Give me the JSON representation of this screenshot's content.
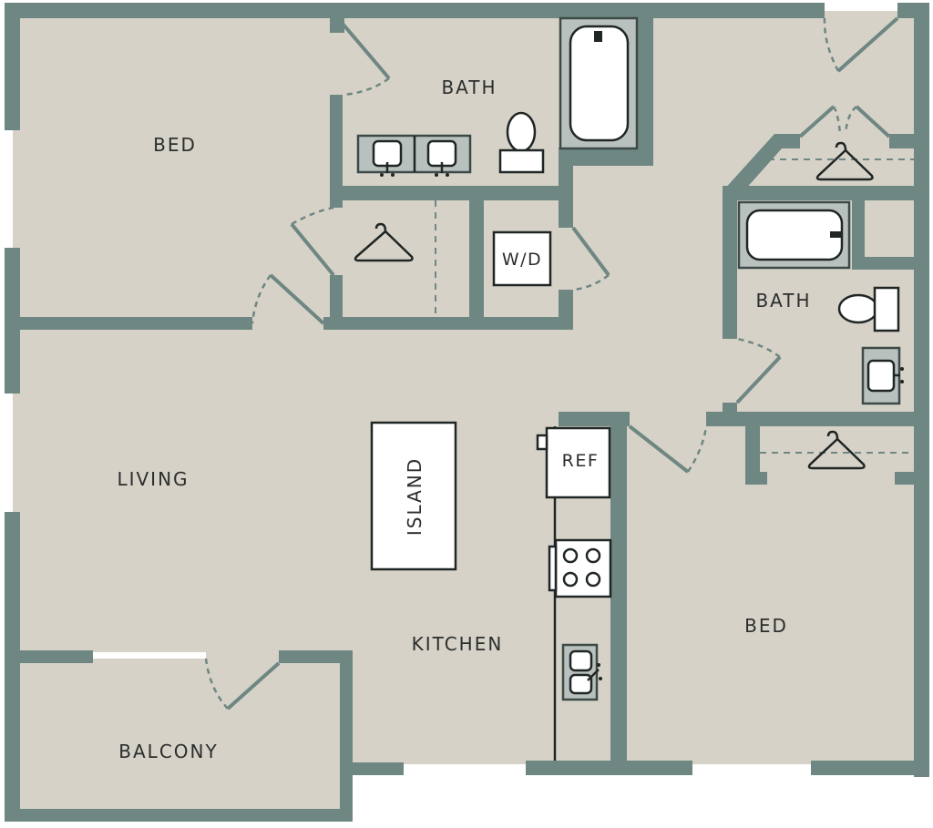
{
  "rooms": {
    "bed_top_left": "BED",
    "bath_top": "BATH",
    "bath_right": "BATH",
    "living": "LIVING",
    "kitchen": "KITCHEN",
    "bed_bottom_right": "BED",
    "balcony": "BALCONY"
  },
  "fixtures": {
    "island": "ISLAND",
    "refrigerator": "REF",
    "washer_dryer": "W/D"
  },
  "icons": {
    "closet": "hanger-icon",
    "toilet": "toilet-icon",
    "sink": "sink-icon",
    "bathtub": "bathtub-icon",
    "stove": "stove-icon"
  },
  "colors": {
    "wall": "#6e8782",
    "floor": "#d7d2c8",
    "fixture": "#b9c1be"
  }
}
